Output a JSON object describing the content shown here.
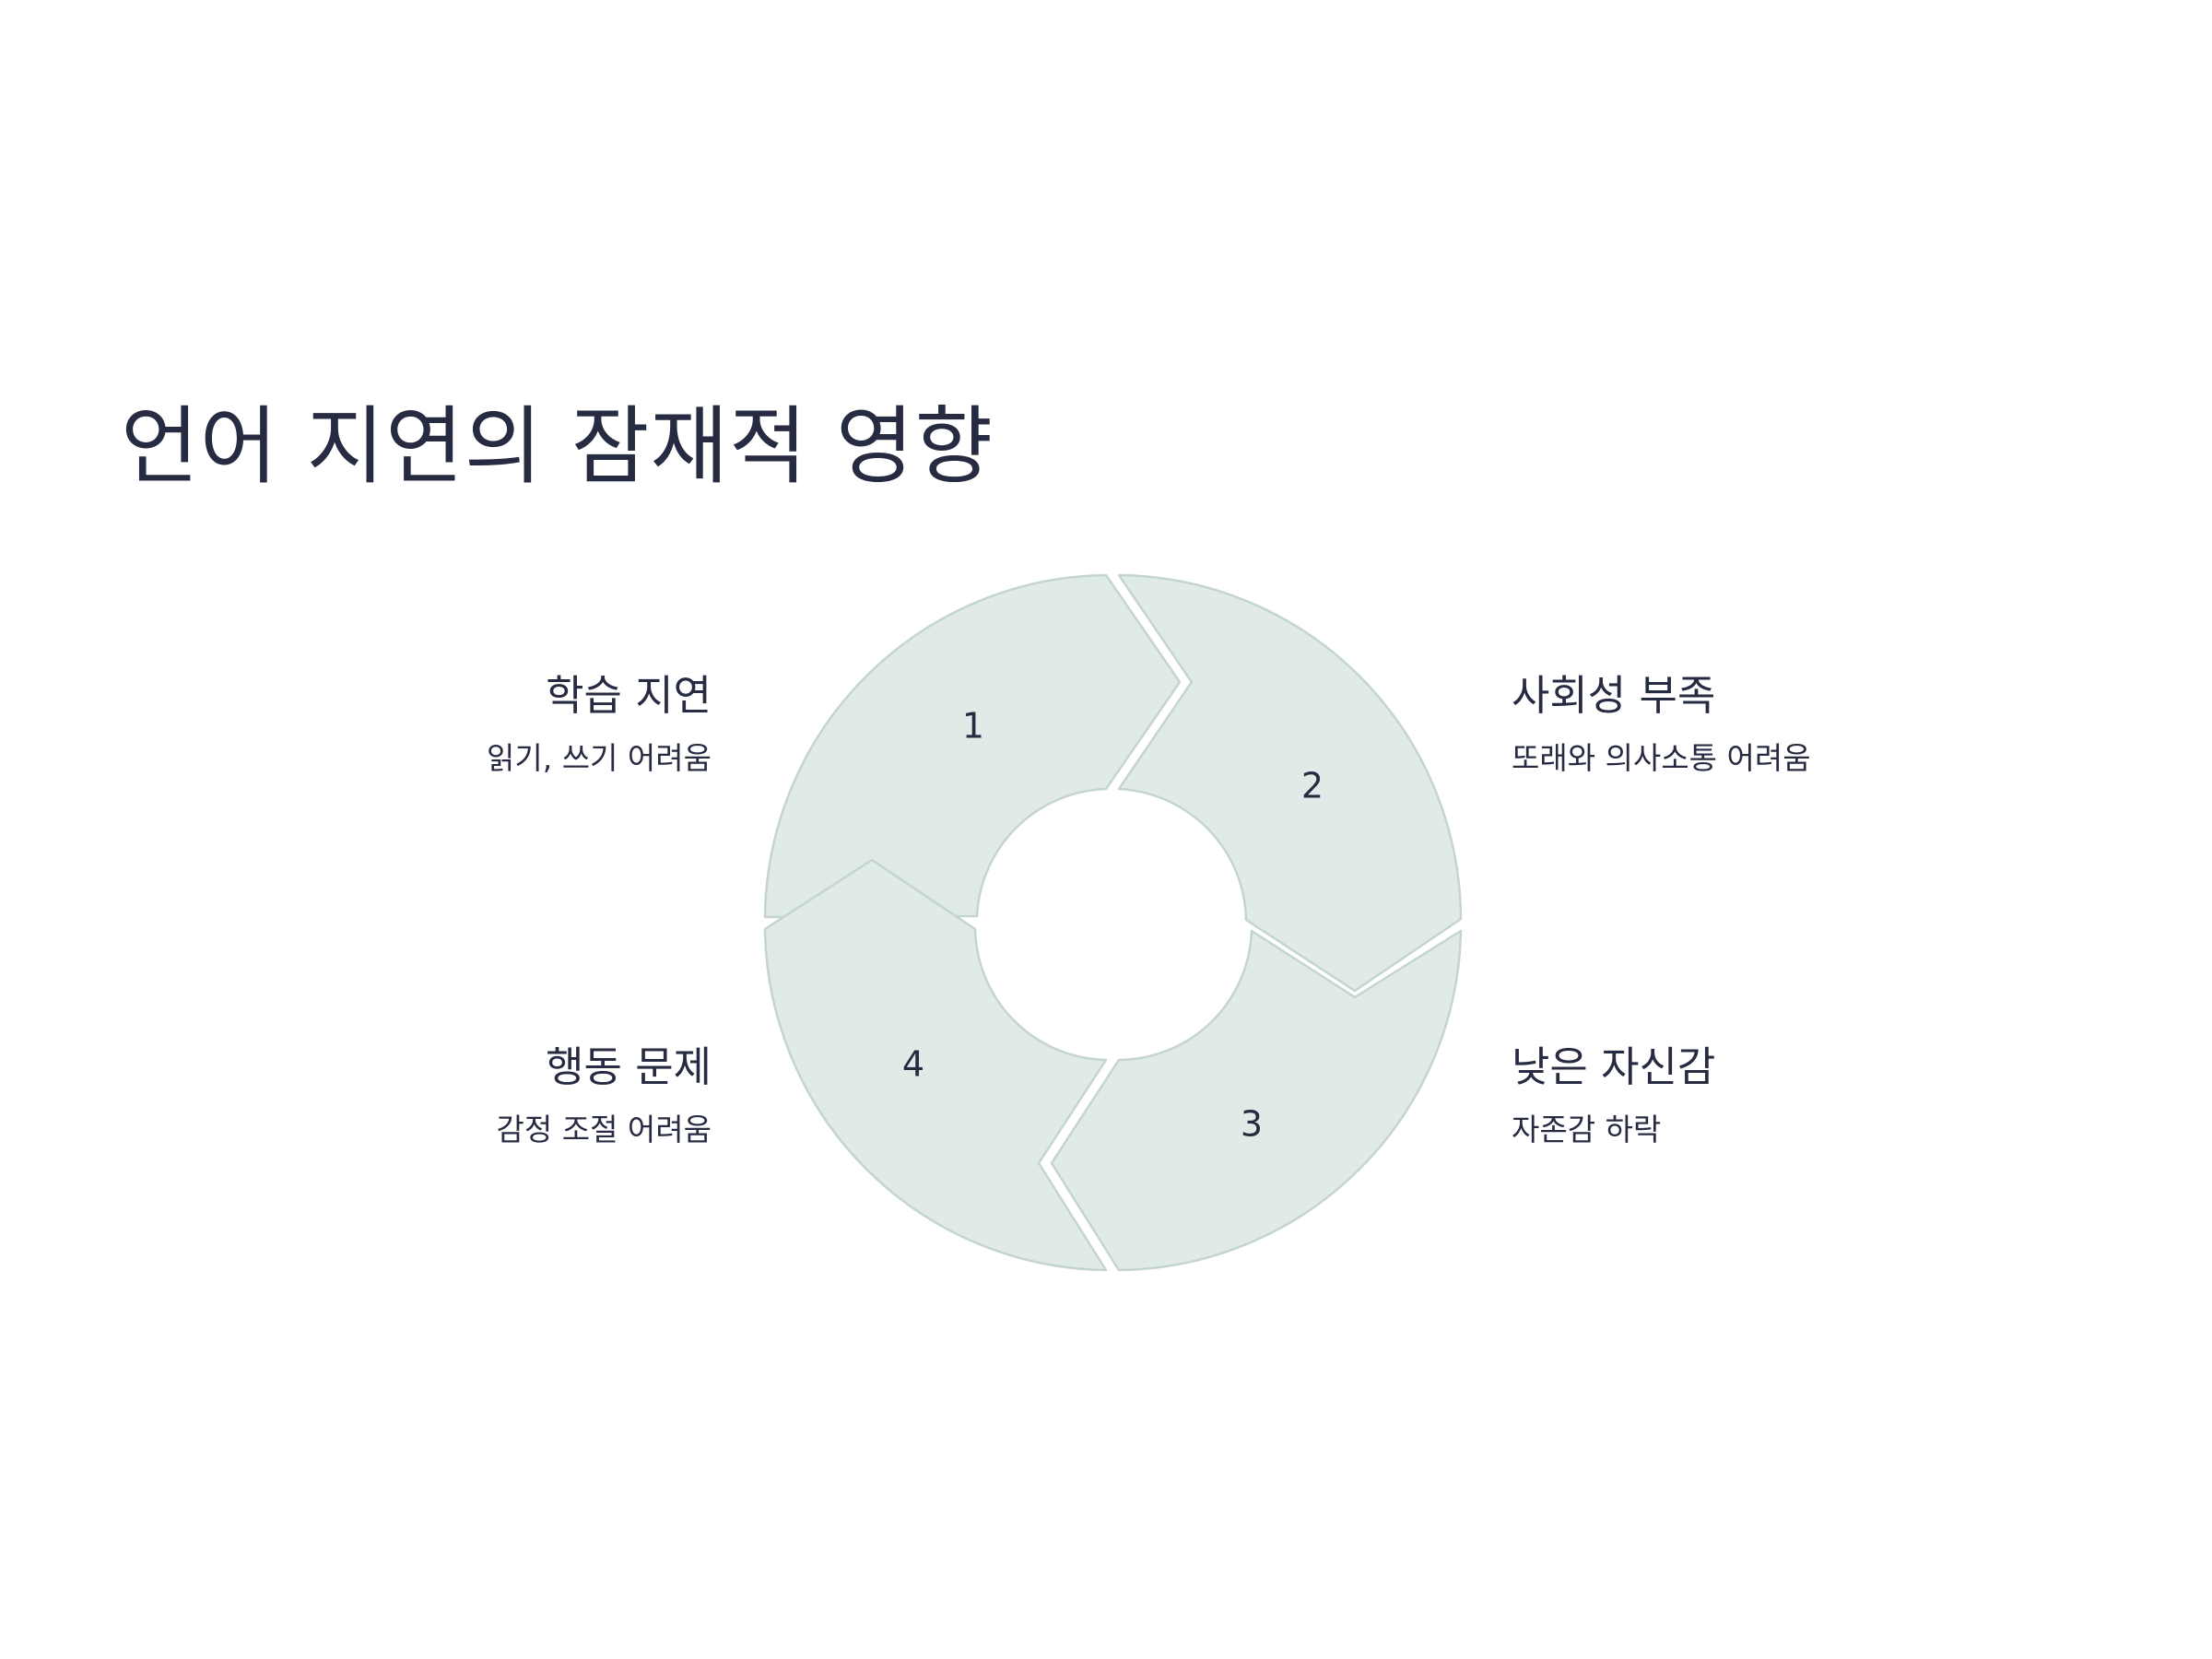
{
  "title": "언어 지연의 잠재적 영향",
  "segments": [
    {
      "number": "1",
      "title": "학습 지연",
      "description": "읽기, 쓰기 어려움"
    },
    {
      "number": "2",
      "title": "사회성 부족",
      "description": "또래와 의사소통 어려움"
    },
    {
      "number": "3",
      "title": "낮은 자신감",
      "description": "자존감 하락"
    },
    {
      "number": "4",
      "title": "행동 문제",
      "description": "감정 조절 어려움"
    }
  ],
  "colors": {
    "segment_fill": "#e0ebe8",
    "segment_stroke": "#c4d5d0",
    "text": "#272b41",
    "background": "#ffffff"
  }
}
